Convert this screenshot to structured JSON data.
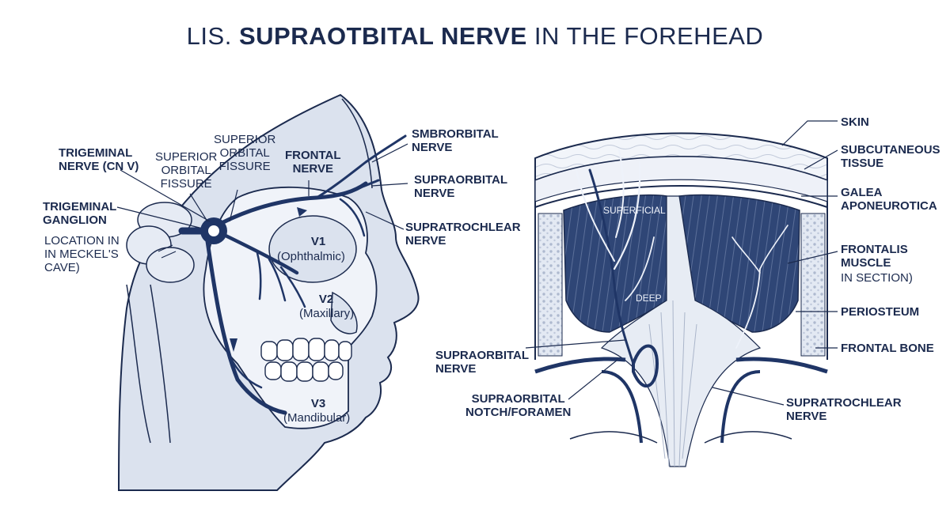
{
  "title": {
    "prefix": "LIS.",
    "bold": "SUPRAOTBITAL NERVE",
    "suffix": "IN THE FOREHEAD"
  },
  "left_labels": {
    "trigeminal_nerve": "TRIGEMINAL\nNERVE (CN V)",
    "superior_orbital_fissure_a": "SUPERIOR\nORBITAL\nFISSURE",
    "superior_orbital_fissure_b": "SUPERIOR\nORBITAL\nFISSURE",
    "frontal_nerve": "FRONTAL\nNERVE",
    "smbrorbital_nerve": "SMBRORBITAL\nNERVE",
    "supraorbital_nerve": "SUPRAORBITAL\nNERVE",
    "supratrochlear_nerve": "SUPRATROCHLEAR\nNERVE",
    "trigeminal_ganglion": "TRIGEMINAL\nGANGLION",
    "location": "LOCATION IN\nIN MECKEL'S\nCAVE)",
    "v1": "V1",
    "v1_sub": "(Ophthalmic)",
    "v2": "V2",
    "v2_sub": "(Maxillary)",
    "v3": "V3",
    "v3_sub": "(Mandibular)"
  },
  "right_labels": {
    "skin": "SKIN",
    "subcutaneous": "SUBCUTANEOUS\nTISSUE",
    "galea": "GALEA\nAPONEUROTICA",
    "frontalis": "FRONTALIS\nMUSCLE",
    "frontalis_sub": "IN SECTION)",
    "periosteum": "PERIOSTEUM",
    "frontal_bone": "FRONTAL BONE",
    "supraorbital_nerve": "SUPRAORBITAL\nNERVE",
    "supraorbital_notch": "SUPRAORBITAL\nNOTCH/FORAMEN",
    "supratrochlear_nerve": "SUPRATROCHLEAR\nNERVE",
    "superficial": "SUPERFICIAL",
    "deep": "DEEP"
  },
  "colors": {
    "navy": "#1b2a4e",
    "nerve": "#1f3566",
    "muscle": "#2f4676",
    "skin_fill": "#dde4f0",
    "light_fill": "#eef1f8"
  }
}
